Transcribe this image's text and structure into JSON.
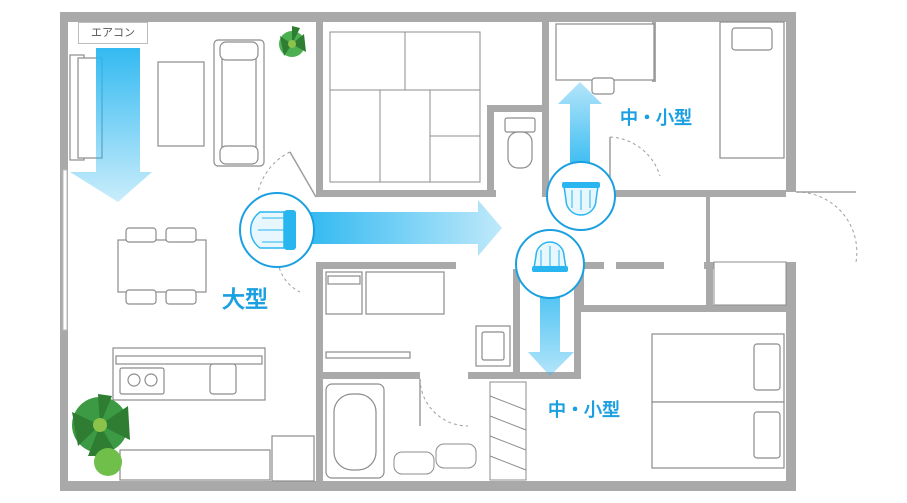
{
  "labels": {
    "aircon": "エアコン",
    "large_fan": "大型",
    "medium_small_top": "中・小型",
    "medium_small_bottom": "中・小型"
  },
  "colors": {
    "wall": "#a9a9a9",
    "furniture_stroke": "#8c8c8c",
    "airflow": "#29b6f0",
    "accent_text": "#1aa0e0",
    "circle_stroke": "#1aa0e0",
    "plant_green": "#4caf50"
  },
  "icons": {
    "aircon": "air-conditioner-icon",
    "fan_large": "large-circulator-fan-icon",
    "fan_small": "small-circulator-fan-icon",
    "plant": "potted-plant-icon"
  }
}
